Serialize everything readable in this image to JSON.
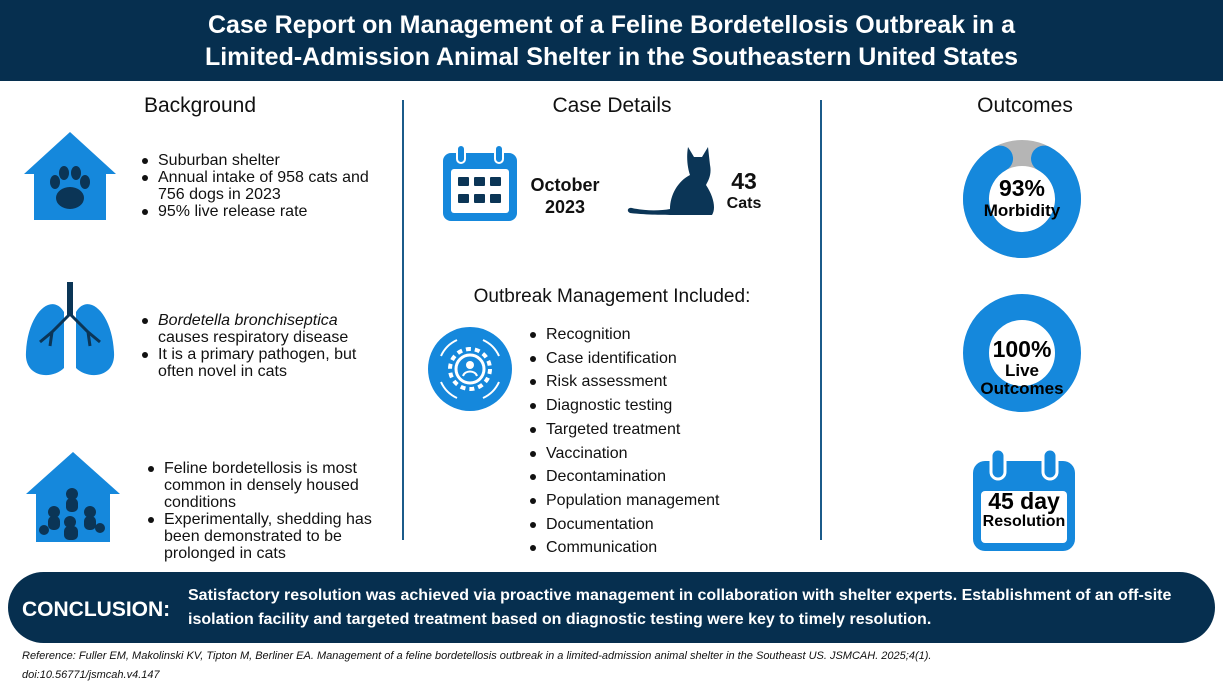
{
  "title": {
    "line1": "Case Report on Management of a Feline Bordetellosis Outbreak in a",
    "line2": "Limited-Admission Animal Shelter in the Southeastern United States"
  },
  "background": {
    "heading": "Background",
    "group1": [
      "Suburban shelter",
      "Annual intake of 958 cats and 756 dogs in 2023",
      "95% live release rate"
    ],
    "group2": {
      "species": "Bordetella bronchiseptica",
      "item1_rest": " causes respiratory disease",
      "item2": "It is a primary pathogen, but often novel in cats"
    },
    "group3": [
      "Feline bordetellosis is most common in densely housed conditions",
      "Experimentally, shedding has been demonstrated to be prolonged in cats"
    ]
  },
  "case": {
    "heading": "Case Details",
    "month": "October",
    "year": "2023",
    "count": "43",
    "count_label": "Cats",
    "mgmt_heading": "Outbreak Management Included:",
    "mgmt": [
      "Recognition",
      "Case identification",
      "Risk assessment",
      "Diagnostic testing",
      "Targeted treatment",
      "Vaccination",
      "Decontamination",
      "Population management",
      "Documentation",
      "Communication"
    ]
  },
  "outcomes": {
    "heading": "Outcomes",
    "morbidity": {
      "value": "93%",
      "label": "Morbidity",
      "fraction": 0.93
    },
    "live": {
      "value": "100%",
      "label1": "Live",
      "label2": "Outcomes",
      "fraction": 1.0
    },
    "resolution": {
      "value": "45 day",
      "label": "Resolution"
    }
  },
  "conclusion": {
    "label": "CONCLUSION:",
    "text": "Satisfactory resolution was achieved via proactive management in collaboration with shelter experts. Establishment of an off-site isolation facility and targeted treatment based on diagnostic testing were key to timely resolution."
  },
  "reference": {
    "line1": "Reference: Fuller EM, Makolinski KV, Tipton M, Berliner EA. Management of a feline bordetellosis outbreak in a limited-admission animal shelter in the Southeast US. JSMCAH. 2025;4(1).",
    "line2": "doi:10.56771/jsmcah.v4.147"
  },
  "colors": {
    "navy": "#062f4f",
    "blue": "#1588dc",
    "gray": "#b5b5b5"
  }
}
